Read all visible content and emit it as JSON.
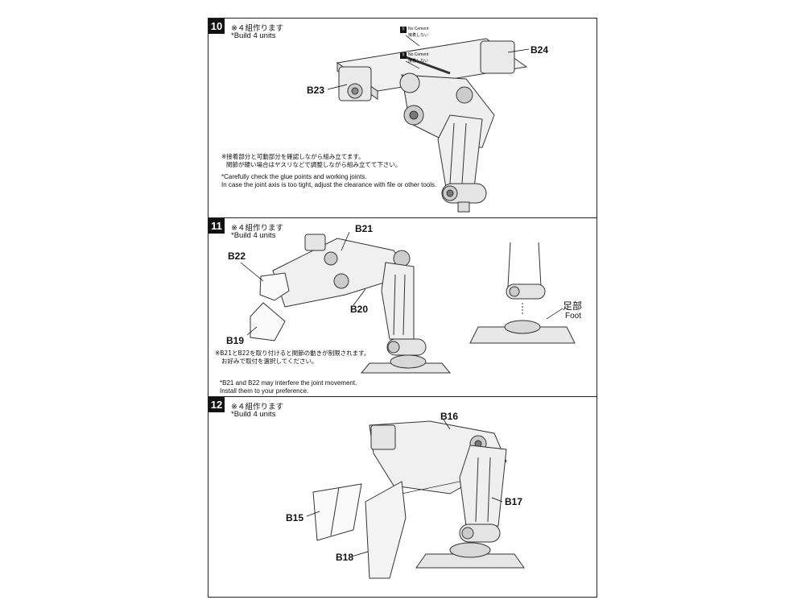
{
  "steps": [
    {
      "number": "10",
      "build_ja": "※４組作ります",
      "build_en": "*Build 4 units",
      "parts": [
        "B23",
        "B24"
      ],
      "no_cement_en": "No Cement",
      "no_cement_ja": "接着しない",
      "note_ja_1": "※接着部分と可動部分を確認しながら組み立てます。",
      "note_ja_2": "関節が硬い場合はヤスリなどで調整しながら組み立てて下さい。",
      "note_en_1": "*Carefully check the glue points and working joints.",
      "note_en_2": "In case the joint axis is too tight, adjust the clearance with file or other tools."
    },
    {
      "number": "11",
      "build_ja": "※４組作ります",
      "build_en": "*Build 4 units",
      "parts": [
        "B21",
        "B22",
        "B20",
        "B19"
      ],
      "foot_ja": "足部",
      "foot_en": "Foot",
      "note_ja_1": "※B21とB22を取り付けると関節の動きが制限されます。",
      "note_ja_2": "お好みで取付を選択してください。",
      "note_en_1": "*B21 and B22 may interfere the joint movement.",
      "note_en_2": "Install them to your preference."
    },
    {
      "number": "12",
      "build_ja": "※４組作ります",
      "build_en": "*Build 4 units",
      "parts": [
        "B16",
        "B17",
        "B15",
        "B18"
      ]
    }
  ]
}
